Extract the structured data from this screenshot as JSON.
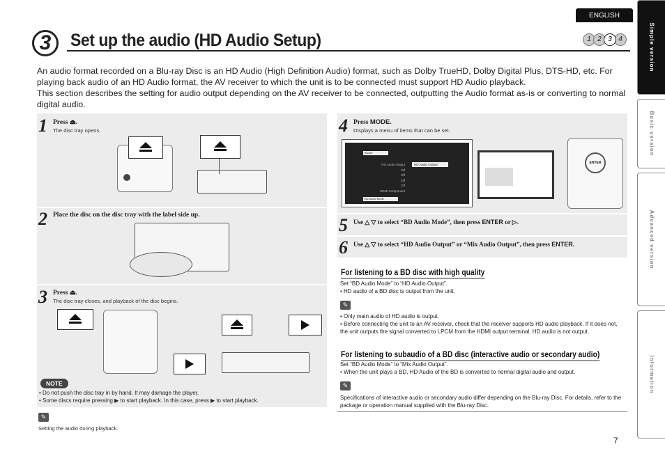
{
  "header": {
    "language": "ENGLISH",
    "section_number": "3",
    "title": "Set up the audio (HD Audio Setup)",
    "page_number": "7",
    "step_indicators": [
      "1",
      "2",
      "3",
      "4"
    ],
    "active_step": "3"
  },
  "intro": {
    "p1": "An audio format recorded on a Blu-ray Disc is an HD Audio (High Definition Audio) format, such as Dolby TrueHD, Dolby Digital Plus, DTS-HD, etc. For playing back audio of an HD Audio format, the AV receiver to which the unit is to be connected must support HD Audio playback.",
    "p2": "This section describes the setting for audio output depending on the AV receiver to be connected, outputting the Audio format as-is or converting to normal digital audio."
  },
  "side_tabs": [
    "Simple version",
    "Basic version",
    "Advanced version",
    "Information"
  ],
  "steps": {
    "s1": {
      "num": "1",
      "action": "Press ⏏.",
      "desc": "The disc tray opens."
    },
    "s2": {
      "num": "2",
      "action": "Place the disc on the disc tray with the label side up."
    },
    "s3": {
      "num": "3",
      "action": "Press ⏏.",
      "desc": "The disc tray closes, and playback of the disc begins."
    },
    "s4": {
      "num": "4",
      "action_prefix": "Press ",
      "action_key": "MODE",
      "action_suffix": ".",
      "desc": "Displays a menu of items that can be set."
    },
    "s5": {
      "num": "5",
      "prefix": "Use △ ▽ to select “BD Audio Mode”, then press ",
      "key": "ENTER",
      "mid": " or ▷."
    },
    "s6": {
      "num": "6",
      "prefix": "Use △ ▽ to select “HD Audio Output” or “Mix Audio Output”, then press ",
      "key": "ENTER",
      "suffix": "."
    }
  },
  "screen_menu": {
    "rows": [
      "HD Audio Output",
      "Off",
      "Off",
      "Off",
      "Off",
      "HDMI Component"
    ],
    "header": "BD/AV",
    "footer": "BD Audio Mode",
    "selected": "HD Audio Output"
  },
  "note": {
    "badge": "NOTE",
    "items": [
      "• Do not push the disc tray in by hand. It may damage the player.",
      "• Some discs require pressing ▶ to start playback. In this case, press ▶ to start playback."
    ],
    "tip": "Setting the audio during playback."
  },
  "hd_section": {
    "heading": "For listening to a BD disc with high quality",
    "set": "Set “BD Audio Mode” to “HD Audio Output”.",
    "bullet": "• HD audio of a BD disc is output from the unit.",
    "tips": [
      "• Only main audio of HD audio is output.",
      "• Before connecting the unit to an AV receiver, check that the receiver supports HD audio playback. If it does not, the unit outputs the signal converted to LPCM from the HDMI output terminal. HD audio is not output."
    ]
  },
  "sub_section": {
    "heading": "For listening to subaudio of a BD disc (interactive audio or secondary audio)",
    "set": "Set “BD Audio Mode” to “Mix Audio Output”.",
    "bullet": "• When the unit plays a BD, HD Audio of the BD is converted to normal digital audio and output.",
    "tip": "Specifications of interactive audio or secondary audio differ depending on the Blu-ray Disc. For details, refer to the package or operation manual supplied with the Blu-ray Disc."
  }
}
